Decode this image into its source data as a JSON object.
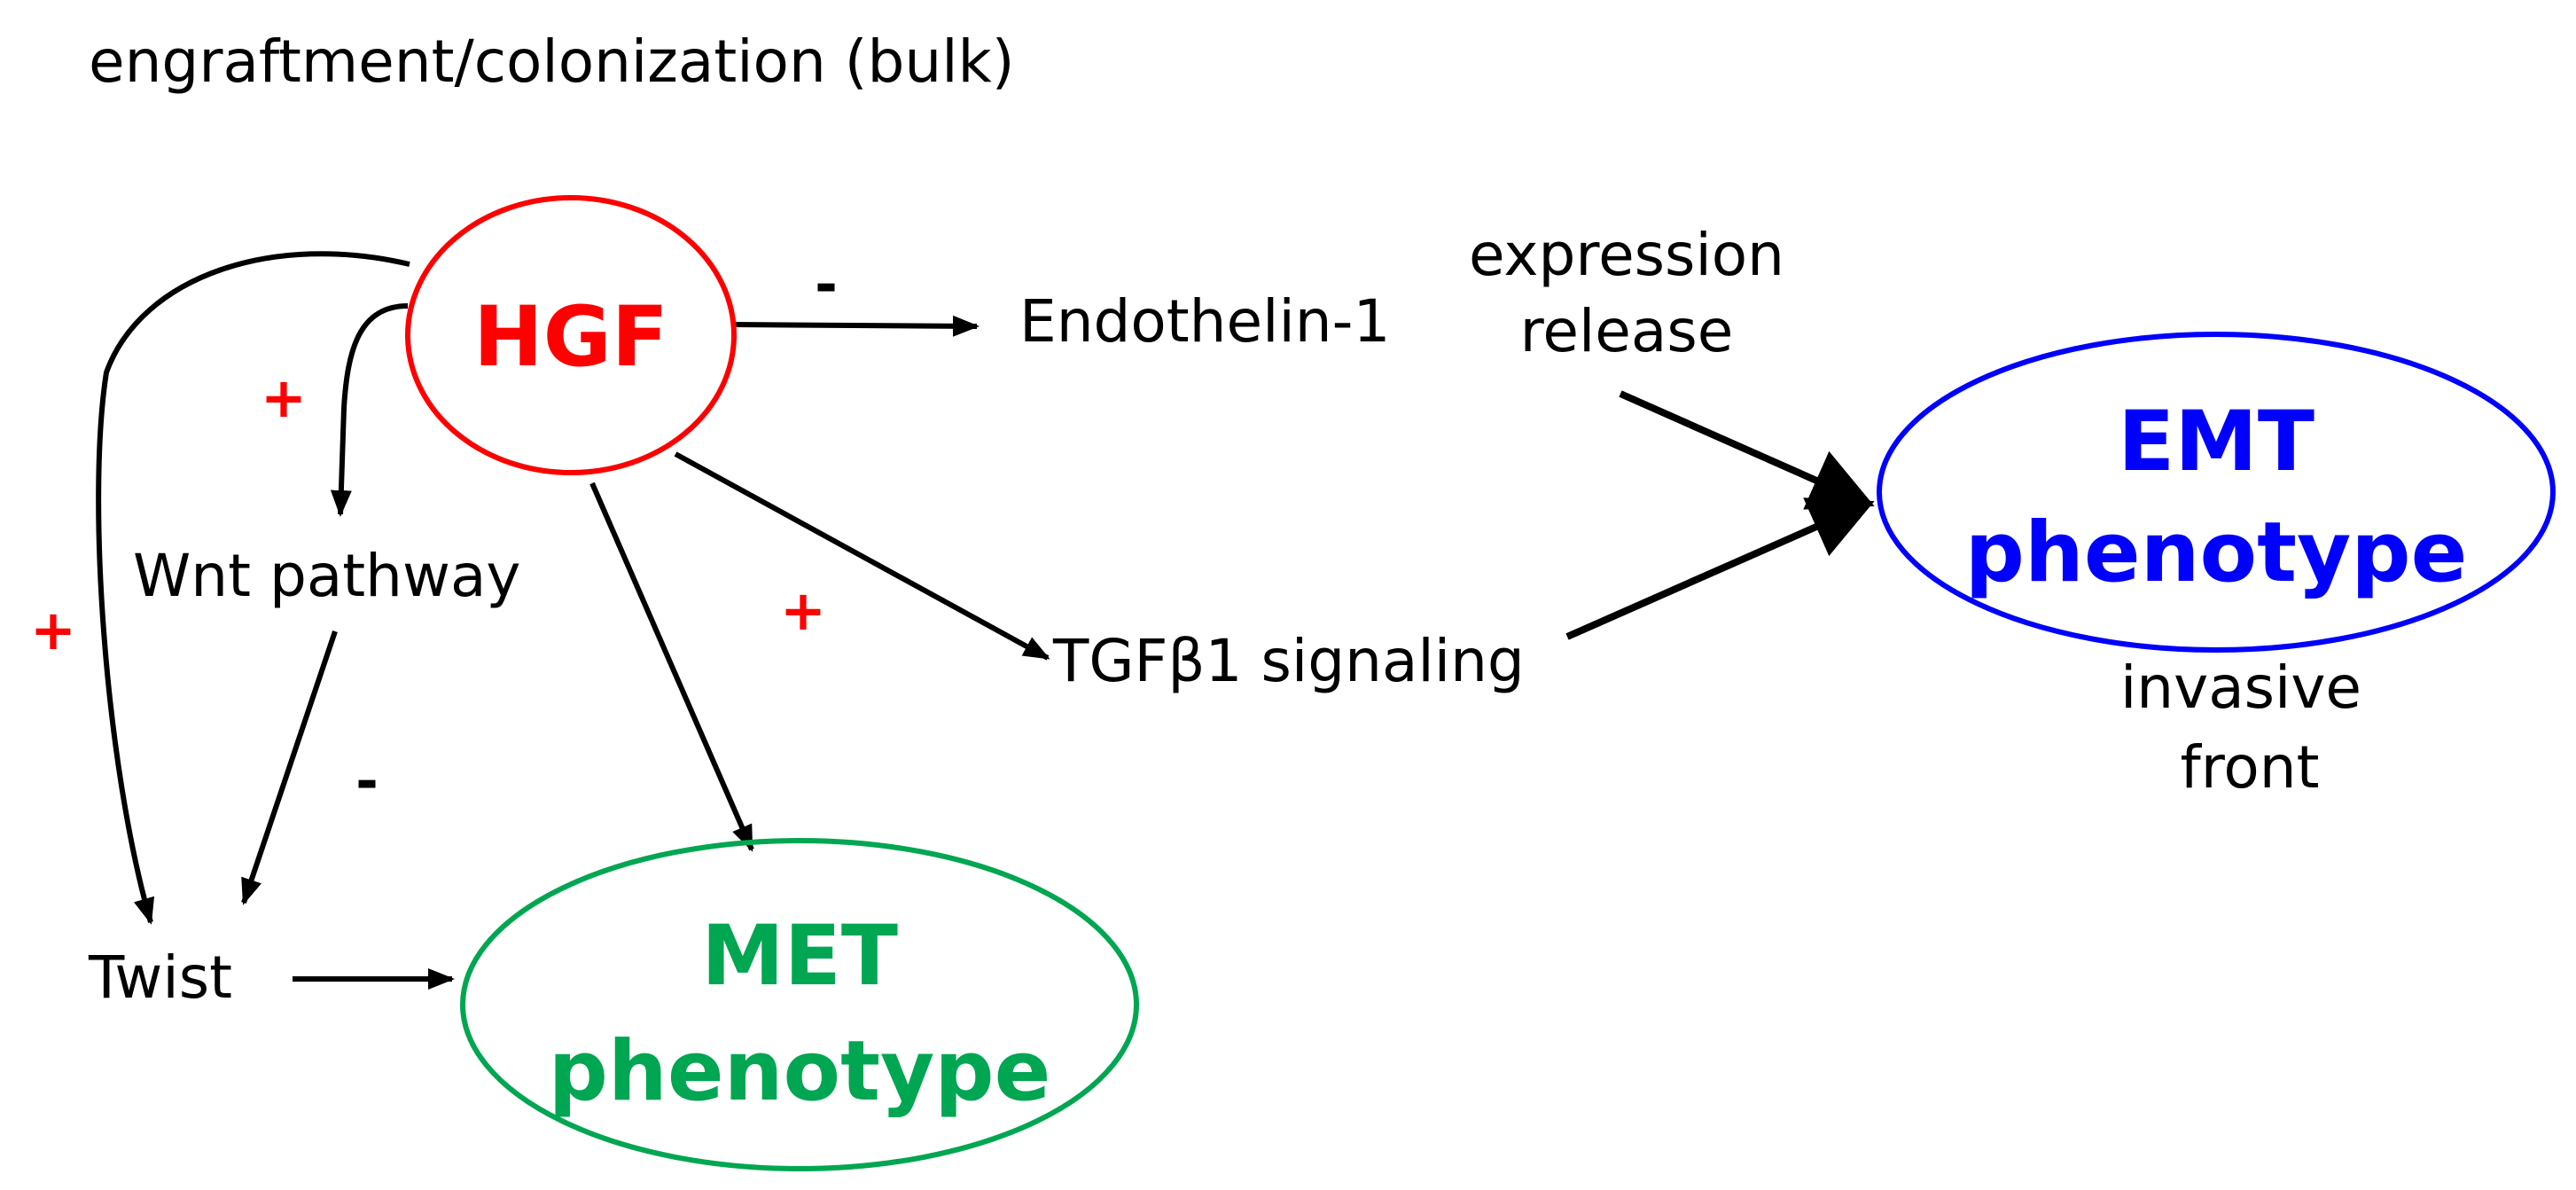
{
  "heading": "engraftment/colonization (bulk)",
  "nodes": {
    "hgf": {
      "label": "HGF",
      "color": "#ff0000"
    },
    "met": {
      "line1": "MET",
      "line2": "phenotype",
      "color": "#00a651"
    },
    "emt": {
      "line1": "EMT",
      "line2": "phenotype",
      "color": "#0000ff"
    },
    "endothelin": {
      "label": "Endothelin-1"
    },
    "wnt": {
      "label": "Wnt pathway"
    },
    "twist": {
      "label": "Twist"
    },
    "tgfb": {
      "label": "TGFβ1 signaling"
    }
  },
  "annotations": {
    "expression": "expression",
    "release": "release",
    "invasive": "invasive",
    "front": "front"
  },
  "signs": {
    "hgf_to_endothelin": "-",
    "hgf_to_wnt": "+",
    "hgf_to_twist": "+",
    "hgf_to_tgfb": "+",
    "wnt_to_twist": "-"
  },
  "colors": {
    "sign_plus": "#ff0000",
    "sign_minus": "#000000",
    "edges": "#000000"
  }
}
